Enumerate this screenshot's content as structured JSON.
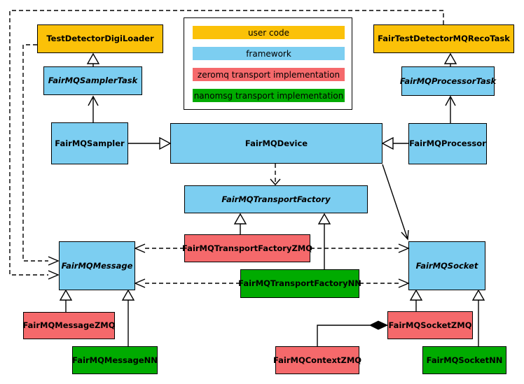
{
  "diagram_type": "uml-class-diagram",
  "colors": {
    "user_code": "#FBC108",
    "framework": "#7CCEF1",
    "zeromq_impl": "#F5696B",
    "nanomsg_impl": "#00AB00",
    "border": "#000000",
    "background": "#FFFFFF"
  },
  "legend": {
    "items": [
      {
        "label": "user code",
        "color": "#FBC108"
      },
      {
        "label": "framework",
        "color": "#7CCEF1"
      },
      {
        "label": "zeromq transport implementation",
        "color": "#F5696B"
      },
      {
        "label": "nanomsg transport implementation",
        "color": "#00AB00"
      }
    ]
  },
  "nodes": {
    "digi_loader": {
      "label": "TestDetectorDigiLoader",
      "category": "user code",
      "abstract": false
    },
    "reco_task": {
      "label": "FairTestDetectorMQRecoTask",
      "category": "user code",
      "abstract": false
    },
    "sampler_task": {
      "label": "FairMQSamplerTask",
      "category": "framework",
      "abstract": true
    },
    "processor_task": {
      "label": "FairMQProcessorTask",
      "category": "framework",
      "abstract": true
    },
    "sampler": {
      "label": "FairMQSampler",
      "category": "framework",
      "abstract": false
    },
    "device": {
      "label": "FairMQDevice",
      "category": "framework",
      "abstract": false
    },
    "processor": {
      "label": "FairMQProcessor",
      "category": "framework",
      "abstract": false
    },
    "transport_factory": {
      "label": "FairMQTransportFactory",
      "category": "framework",
      "abstract": true
    },
    "factory_zmq": {
      "label": "FairMQTransportFactoryZMQ",
      "category": "zeromq transport implementation",
      "abstract": false
    },
    "factory_nn": {
      "label": "FairMQTransportFactoryNN",
      "category": "nanomsg transport implementation",
      "abstract": false
    },
    "message": {
      "label": "FairMQMessage",
      "category": "framework",
      "abstract": true
    },
    "socket": {
      "label": "FairMQSocket",
      "category": "framework",
      "abstract": true
    },
    "message_zmq": {
      "label": "FairMQMessageZMQ",
      "category": "zeromq transport implementation",
      "abstract": false
    },
    "message_nn": {
      "label": "FairMQMessageNN",
      "category": "nanomsg transport implementation",
      "abstract": false
    },
    "socket_zmq": {
      "label": "FairMQSocketZMQ",
      "category": "zeromq transport implementation",
      "abstract": false
    },
    "socket_nn": {
      "label": "FairMQSocketNN",
      "category": "nanomsg transport implementation",
      "abstract": false
    },
    "context_zmq": {
      "label": "FairMQContextZMQ",
      "category": "zeromq transport implementation",
      "abstract": false
    }
  },
  "edges": [
    {
      "source": "FairMQSamplerTask",
      "target": "TestDetectorDigiLoader",
      "type": "generalization",
      "head": "hollow-triangle",
      "line": "solid"
    },
    {
      "source": "FairMQSampler",
      "target": "FairMQSamplerTask",
      "type": "association",
      "head": "open-arrow",
      "line": "solid"
    },
    {
      "source": "FairMQProcessorTask",
      "target": "FairTestDetectorMQRecoTask",
      "type": "generalization",
      "head": "hollow-triangle",
      "line": "solid"
    },
    {
      "source": "FairMQProcessor",
      "target": "FairMQProcessorTask",
      "type": "association",
      "head": "open-arrow",
      "line": "solid"
    },
    {
      "source": "FairMQSampler",
      "target": "FairMQDevice",
      "type": "generalization",
      "head": "hollow-triangle",
      "line": "solid"
    },
    {
      "source": "FairMQProcessor",
      "target": "FairMQDevice",
      "type": "generalization",
      "head": "hollow-triangle",
      "line": "solid"
    },
    {
      "source": "FairMQDevice",
      "target": "FairMQTransportFactory",
      "type": "dependency",
      "head": "open-arrow",
      "line": "dashed"
    },
    {
      "source": "FairMQDevice",
      "target": "FairMQSocket",
      "type": "association",
      "head": "open-arrow",
      "line": "solid"
    },
    {
      "source": "TestDetectorDigiLoader",
      "target": "FairMQMessage",
      "type": "dependency",
      "head": "open-arrow",
      "line": "dashed"
    },
    {
      "source": "FairTestDetectorMQRecoTask",
      "target": "FairMQMessage",
      "type": "dependency",
      "head": "open-arrow",
      "line": "dashed"
    },
    {
      "source": "FairMQTransportFactoryZMQ",
      "target": "FairMQTransportFactory",
      "type": "generalization",
      "head": "hollow-triangle",
      "line": "solid"
    },
    {
      "source": "FairMQTransportFactoryNN",
      "target": "FairMQTransportFactory",
      "type": "generalization",
      "head": "hollow-triangle",
      "line": "solid"
    },
    {
      "source": "FairMQTransportFactoryZMQ",
      "target": "FairMQMessage",
      "type": "dependency",
      "head": "open-arrow",
      "line": "dashed"
    },
    {
      "source": "FairMQTransportFactoryZMQ",
      "target": "FairMQSocket",
      "type": "dependency",
      "head": "open-arrow",
      "line": "dashed"
    },
    {
      "source": "FairMQTransportFactoryNN",
      "target": "FairMQMessage",
      "type": "dependency",
      "head": "open-arrow",
      "line": "dashed"
    },
    {
      "source": "FairMQTransportFactoryNN",
      "target": "FairMQSocket",
      "type": "dependency",
      "head": "open-arrow",
      "line": "dashed"
    },
    {
      "source": "FairMQMessageZMQ",
      "target": "FairMQMessage",
      "type": "generalization",
      "head": "hollow-triangle",
      "line": "solid"
    },
    {
      "source": "FairMQMessageNN",
      "target": "FairMQMessage",
      "type": "generalization",
      "head": "hollow-triangle",
      "line": "solid"
    },
    {
      "source": "FairMQSocketZMQ",
      "target": "FairMQSocket",
      "type": "generalization",
      "head": "hollow-triangle",
      "line": "solid"
    },
    {
      "source": "FairMQSocketNN",
      "target": "FairMQSocket",
      "type": "generalization",
      "head": "hollow-triangle",
      "line": "solid"
    },
    {
      "source": "FairMQContextZMQ",
      "target": "FairMQSocketZMQ",
      "type": "composition",
      "head": "filled-diamond",
      "line": "solid"
    }
  ]
}
